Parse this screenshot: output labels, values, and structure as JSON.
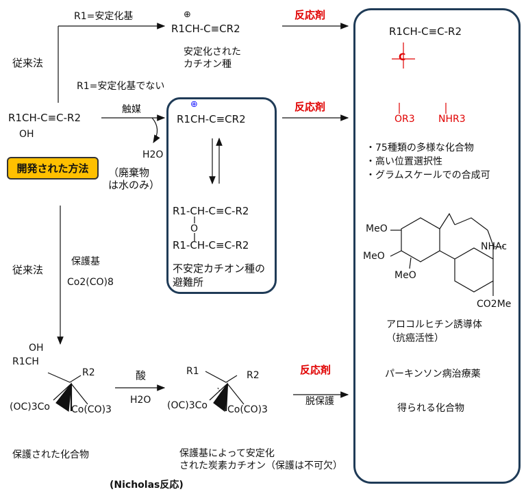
{
  "top": {
    "route_label": "従来法",
    "condition_top": "R1=安定化基",
    "stable_cation": "R1CH-C≡CR2",
    "stable_cation_caption": [
      "安定化された",
      "カチオン種"
    ],
    "condition_mid": "R1=安定化基でない",
    "reagent_top": "反応剤",
    "reagent_mid": "反応剤"
  },
  "start": {
    "formula": "R1CH-C≡C-R2",
    "oh": "OH",
    "catalyst": "触媒",
    "water": "H2O",
    "waste": [
      "（廃棄物",
      "は水のみ）"
    ],
    "method_tag": "開発された方法"
  },
  "cation_box": {
    "cation": "R1CH-C≡CR2",
    "ether_top": "R1-CH-C≡C-R2",
    "ether_o": "O",
    "ether_bottom": "R1-CH-C≡C-R2",
    "caption": [
      "不安定カチオン種の",
      "避難所"
    ]
  },
  "product_box": {
    "product": "R1CH-C≡C-R2",
    "groups": [
      "OR3",
      "NHR3"
    ],
    "bullets": [
      "・75種類の多様な化合物",
      "・高い位置選択性",
      "・グラムスケールでの合成可"
    ],
    "colchicine_labels": [
      "MeO",
      "MeO",
      "MeO",
      "NHAc",
      "CO2Me"
    ],
    "colchicine_caption": [
      "アロコルヒチン誘導体",
      "（抗癌活性）"
    ],
    "parkinson": "パーキンソン病治療薬",
    "footer": "得られる化合物"
  },
  "nicholas": {
    "route_label": "従来法",
    "protect_label": "保護基",
    "cobalt_reagent": "Co2(CO)8",
    "complex_oh": "OH",
    "complex_r1ch": "R1CH",
    "complex_r2": "R2",
    "complex_co_left": "(OC)3Co",
    "complex_co_right": "Co(CO)3",
    "acid": "酸",
    "acid_water": "H2O",
    "cation_r1": "R1",
    "reagent": "反応剤",
    "deprotect": "脱保護",
    "caption_left": "保護された化合物",
    "caption_mid": [
      "保護基によって安定化",
      "された炭素カチオン（保護は不可欠）"
    ],
    "caption_name": "(Nicholas反応)"
  },
  "colors": {
    "accent_red": "#e00000",
    "carbon_blue": "#1a1aff",
    "tag_fill": "#ffc000",
    "box_border": "#1f3b57"
  }
}
